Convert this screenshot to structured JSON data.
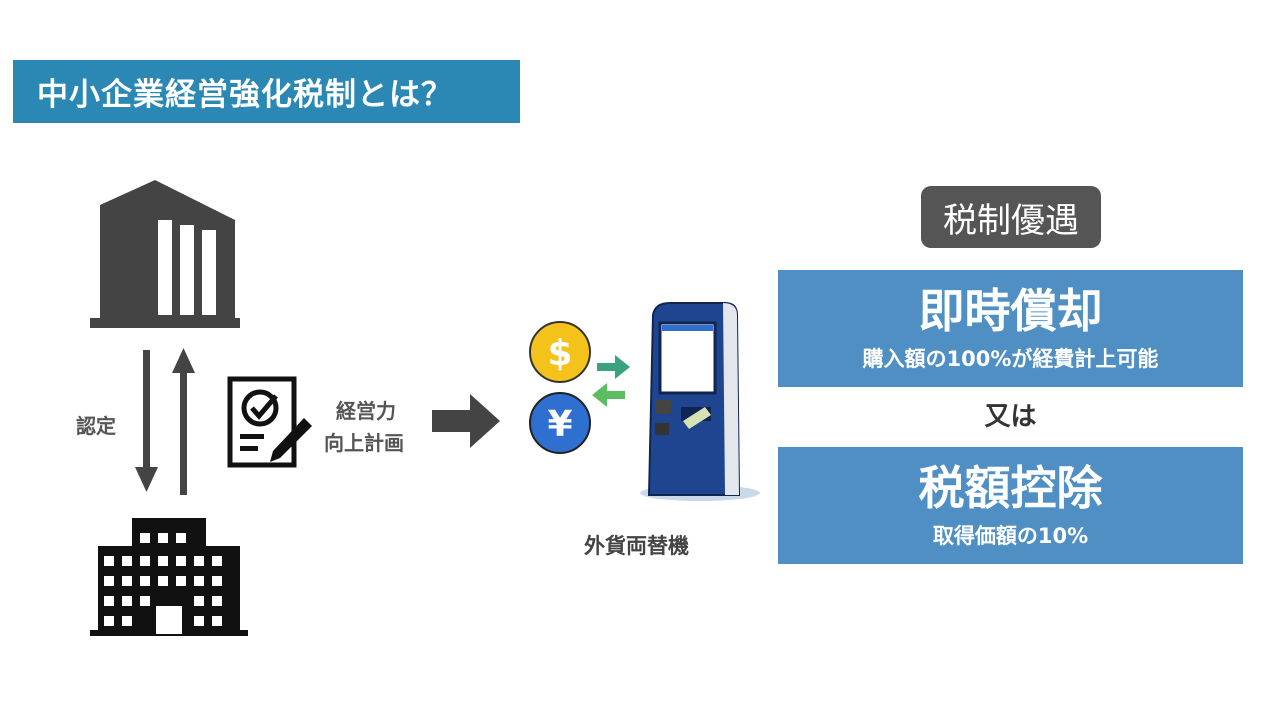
{
  "title": "中小企業経営強化税制とは？",
  "left": {
    "certify_label": "認定",
    "plan_label_line1": "経営力",
    "plan_label_line2": "向上計画"
  },
  "machine": {
    "label": "外貨両替機"
  },
  "benefits": {
    "badge": "税制優遇",
    "option1": {
      "title": "即時償却",
      "desc": "購入額の100%が経費計上可能"
    },
    "or_label": "又は",
    "option2": {
      "title": "税額控除",
      "desc": "取得価額の10%"
    }
  },
  "colors": {
    "title_bg": "#2b88b5",
    "box_bg": "#4f8fc3",
    "badge_bg": "#555555"
  }
}
